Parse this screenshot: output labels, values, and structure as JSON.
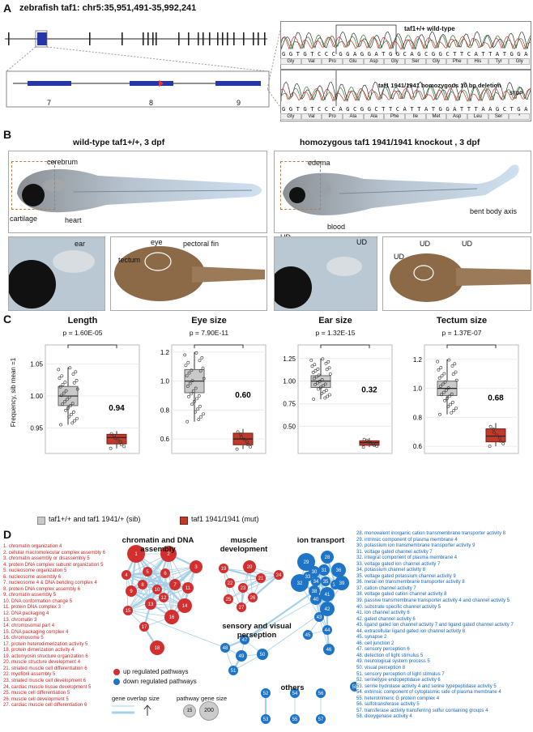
{
  "panelA": {
    "letter": "A",
    "title": "zebrafish taf1: chr5:35,951,491-35,992,241",
    "exons": [
      "7",
      "8",
      "9"
    ],
    "wt_label": "taf1+/+ wild-type",
    "wt_seq": [
      "G",
      "G",
      "T",
      "G",
      "T",
      "C",
      "C",
      "C",
      "G",
      "G",
      "A",
      "G",
      "G",
      "A",
      "T",
      "G",
      "G",
      "C",
      "A",
      "G",
      "C",
      "G",
      "G",
      "C",
      "T",
      "T",
      "C",
      "A",
      "T",
      "T",
      "A",
      "T",
      "G",
      "G",
      "A"
    ],
    "wt_aa": [
      "Gly",
      "Val",
      "Pro",
      "Glu",
      "Asp",
      "Gly",
      "Ser",
      "Gly",
      "Phe",
      "His",
      "Tyr",
      "Gly"
    ],
    "mut_label": "taf1 1941/1941 homozygous 10 bp deletion",
    "stop_label": "STOP",
    "mut_seq": [
      "G",
      "G",
      "T",
      "G",
      "T",
      "C",
      "C",
      "C",
      "A",
      "G",
      "C",
      "G",
      "G",
      "C",
      "T",
      "T",
      "C",
      "A",
      "T",
      "T",
      "A",
      "T",
      "G",
      "G",
      "A",
      "T",
      "T",
      "T",
      "A",
      "A",
      "G",
      "C",
      "T",
      "G",
      "A"
    ],
    "mut_aa": [
      "Gly",
      "Val",
      "Pro",
      "Ala",
      "Ala",
      "Phe",
      "Ile",
      "Met",
      "Asp",
      "Leu",
      "Ser",
      "*"
    ]
  },
  "panelB": {
    "letter": "B",
    "wt_title": "wild-type taf1+/+, 3 dpf",
    "ko_title": "homozygous taf1 1941/1941 knockout , 3 dpf",
    "wt_labels": {
      "cerebrum": "cerebrum",
      "cartilage": "cartilage",
      "heart": "heart",
      "ear": "ear",
      "eye": "eye",
      "tectum": "tectum",
      "fin": "pectoral fin"
    },
    "ko_labels": {
      "edema_top": "edema",
      "ud1": "UD",
      "edema_low": "edema",
      "blood": "blood",
      "bent": "bent body axis",
      "ud2": "UD",
      "ud3": "UD",
      "ud4": "UD",
      "ud5": "UD"
    }
  },
  "panelC": {
    "letter": "C",
    "ylabel": "Frequency, sib mean =1",
    "legend_sib": "taf1+/+ and taf1 1941/+ (sib)",
    "legend_mut": "taf1 1941/1941 (mut)",
    "colors": {
      "sib": "#c9c9c9",
      "mut": "#c0392b"
    }
  },
  "chart_data": [
    {
      "type": "box",
      "title": "Length",
      "p": "p = 1.60E-05",
      "mut_label": "0.94",
      "ylim": [
        0.91,
        1.08
      ],
      "ticks": [
        "0.95",
        "1.00",
        "1.05"
      ],
      "sib": {
        "q1": 0.985,
        "median": 1.0,
        "q3": 1.015,
        "min": 0.955,
        "max": 1.045
      },
      "mut": {
        "q1": 0.925,
        "median": 0.935,
        "q3": 0.94,
        "min": 0.918,
        "max": 0.945
      }
    },
    {
      "type": "box",
      "title": "Eye size",
      "p": "p = 7.90E-11",
      "mut_label": "0.60",
      "ylim": [
        0.5,
        1.25
      ],
      "ticks": [
        "0.6",
        "0.8",
        "1.0",
        "1.2"
      ],
      "sib": {
        "q1": 0.92,
        "median": 1.0,
        "q3": 1.08,
        "min": 0.72,
        "max": 1.2
      },
      "mut": {
        "q1": 0.56,
        "median": 0.6,
        "q3": 0.64,
        "min": 0.53,
        "max": 0.67
      }
    },
    {
      "type": "box",
      "title": "Ear size",
      "p": "p = 1.32E-15",
      "mut_label": "0.32",
      "ylim": [
        0.2,
        1.4
      ],
      "ticks": [
        "0.50",
        "0.75",
        "1.00",
        "1.25"
      ],
      "sib": {
        "q1": 0.93,
        "median": 1.0,
        "q3": 1.06,
        "min": 0.8,
        "max": 1.25
      },
      "mut": {
        "q1": 0.29,
        "median": 0.32,
        "q3": 0.34,
        "min": 0.27,
        "max": 0.37
      }
    },
    {
      "type": "box",
      "title": "Tectum size",
      "p": "p = 1.37E-07",
      "mut_label": "0.68",
      "ylim": [
        0.55,
        1.3
      ],
      "ticks": [
        "0.6",
        "0.8",
        "1.0",
        "1.2"
      ],
      "sib": {
        "q1": 0.95,
        "median": 1.0,
        "q3": 1.05,
        "min": 0.82,
        "max": 1.2
      },
      "mut": {
        "q1": 0.63,
        "median": 0.67,
        "q3": 0.72,
        "min": 0.6,
        "max": 0.76
      }
    }
  ],
  "panelD": {
    "letter": "D",
    "clusters": {
      "chromatin": "chromatin and DNA assembly",
      "muscle": "muscle development",
      "ion": "ion transport",
      "sensory": "sensory and visual perseption",
      "others": "others"
    },
    "legend_up": "up regulated pathways",
    "legend_down": "down regulated pathways",
    "gene_overlap": "gene overlap size",
    "pathway_size": "pathway gene size",
    "size_small": "15",
    "size_big": "200",
    "colors": {
      "up": "#d32f2f",
      "down": "#1e74c6",
      "edge": "#a6cfe8"
    },
    "up_list": [
      "1. chromatin organization 4",
      "2. cellular macromolecular complex assembly 6",
      "3. chromatin assembly or disassembly 5",
      "4. protein DNA complex subunit organization 5",
      "5. nucleosome organization 5",
      "6. nucleosome assembly 6",
      "7. nucleosome 4 & DNA bending complex 4",
      "8. protein DNA complex assembly 6",
      "9. chromatin assembly 5",
      "10. DNA conformation change 5",
      "11. protein DNA complex 3",
      "12. DNA packaging 4",
      "13. chromatin 3",
      "14. chromosomal part 4",
      "15. DNA packaging complex 4",
      "16. chromosome 5",
      "17. protein heterodimerization activity 5",
      "18. protein dimerization activity 4",
      "19. actomyosin structure organization 6",
      "20. muscle structure development 4",
      "21. striated muscle cell differentiation 6",
      "22. myofibril assembly 5",
      "23. striated muscle cell development 6",
      "24. cardiac muscle tissue development 5",
      "25. muscle cell differentiation 5",
      "26. muscle cell development 5",
      "27. cardiac muscle cell differentiation 6"
    ],
    "down_list": [
      "28. monovalent inorganic cation transmembrane transporter activity 8",
      "29. intrinsic component of plasma membrane 4",
      "30. potassium ion transmembrane transporter activity 9",
      "31. voltage gated channel activity 7",
      "32. integral component of plasma membrane 4",
      "33. voltage gated ion channel activity 7",
      "34. potassium channel activity 8",
      "35. voltage gated potassium channel activity 9",
      "36. metal ion transmembrane transporter activity 8",
      "37. cation channel activity 7",
      "38. voltage gated cation channel activity 8",
      "39. passive transmembrane transporter activity 4 and channel activity 5",
      "40. substrate specific channel activity 5",
      "41. ion channel activity 6",
      "42. gated channel activity 6",
      "43. ligand gated ion channel activity 7 and ligand gated channel activity 7",
      "44. extracellular ligand gated ion channel activity 8",
      "45. synapse 2",
      "46. cell junction 2",
      "47. sensory perception 6",
      "48. detection of light stimulus 5",
      "49. neurological system process 5",
      "50. visual perception 8",
      "51. sensory perception of light stimulus 7",
      "52. serinetype endopeptidase activity 6",
      "53. serine hydrolase activity 4 and serine typepeptidase activity 5",
      "54. extrinsic component of cytoplasmic side of plasma membrane 4",
      "55. heterotrimeric G protein complex 4",
      "56. sulfotransferase activity 5",
      "57. transferase activity transferring sulfur containing groups 4",
      "58. dioxygenase activity 4"
    ],
    "nodes": [
      {
        "id": "1",
        "c": "up"
      },
      {
        "id": "2",
        "c": "up"
      },
      {
        "id": "3",
        "c": "up"
      },
      {
        "id": "4",
        "c": "up"
      },
      {
        "id": "5",
        "c": "up"
      },
      {
        "id": "6",
        "c": "up"
      },
      {
        "id": "7",
        "c": "up"
      },
      {
        "id": "8",
        "c": "up"
      },
      {
        "id": "9",
        "c": "up"
      },
      {
        "id": "10",
        "c": "up"
      },
      {
        "id": "11",
        "c": "up"
      },
      {
        "id": "12",
        "c": "up"
      },
      {
        "id": "13",
        "c": "up"
      },
      {
        "id": "14",
        "c": "up"
      },
      {
        "id": "15",
        "c": "up"
      },
      {
        "id": "16",
        "c": "up"
      },
      {
        "id": "17",
        "c": "up"
      },
      {
        "id": "18",
        "c": "up"
      },
      {
        "id": "19",
        "c": "up"
      },
      {
        "id": "20",
        "c": "up"
      },
      {
        "id": "21",
        "c": "up"
      },
      {
        "id": "22",
        "c": "up"
      },
      {
        "id": "23",
        "c": "up"
      },
      {
        "id": "24",
        "c": "up"
      },
      {
        "id": "25",
        "c": "up"
      },
      {
        "id": "26",
        "c": "up"
      },
      {
        "id": "27",
        "c": "up"
      },
      {
        "id": "28",
        "c": "down"
      },
      {
        "id": "29",
        "c": "down"
      },
      {
        "id": "30",
        "c": "down"
      },
      {
        "id": "31",
        "c": "down"
      },
      {
        "id": "32",
        "c": "down"
      },
      {
        "id": "33",
        "c": "down"
      },
      {
        "id": "34",
        "c": "down"
      },
      {
        "id": "35",
        "c": "down"
      },
      {
        "id": "36",
        "c": "down"
      },
      {
        "id": "37",
        "c": "down"
      },
      {
        "id": "38",
        "c": "down"
      },
      {
        "id": "39",
        "c": "down"
      },
      {
        "id": "40",
        "c": "down"
      },
      {
        "id": "41",
        "c": "down"
      },
      {
        "id": "42",
        "c": "down"
      },
      {
        "id": "43",
        "c": "down"
      },
      {
        "id": "44",
        "c": "down"
      },
      {
        "id": "45",
        "c": "down"
      },
      {
        "id": "46",
        "c": "down"
      },
      {
        "id": "47",
        "c": "down"
      },
      {
        "id": "48",
        "c": "down"
      },
      {
        "id": "49",
        "c": "down"
      },
      {
        "id": "50",
        "c": "down"
      },
      {
        "id": "51",
        "c": "down"
      },
      {
        "id": "52",
        "c": "down"
      },
      {
        "id": "53",
        "c": "down"
      },
      {
        "id": "54",
        "c": "down"
      },
      {
        "id": "55",
        "c": "down"
      },
      {
        "id": "56",
        "c": "down"
      },
      {
        "id": "57",
        "c": "down"
      },
      {
        "id": "58",
        "c": "down"
      }
    ]
  }
}
